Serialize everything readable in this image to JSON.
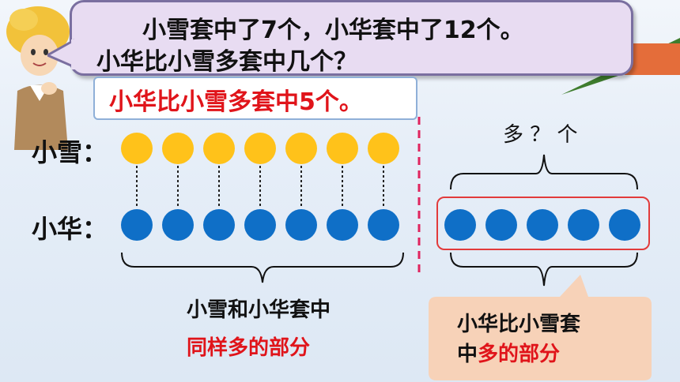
{
  "question": {
    "line1": "小雪套中了7个，小华套中了12个。",
    "line2": "小华比小雪多套中几个？"
  },
  "answer": "小华比小雪多套中5个。",
  "labels": {
    "xiaoxue": "小雪：",
    "xiaohua": "小华："
  },
  "more_label": "多 ？ 个",
  "caption_left": {
    "line1": "小雪和小华套中",
    "line2": "同样多的部分"
  },
  "caption_right": {
    "line1": "小华比小雪套",
    "line2_black": "中",
    "line2_red": "多的部分"
  },
  "counts": {
    "xiaoxue_dots": 7,
    "xiaohua_same_dots": 7,
    "xiaohua_extra_dots": 5
  },
  "colors": {
    "yellow_dot": "#ffc21a",
    "blue_dot": "#0f6fc7",
    "highlight_red": "#e0141a",
    "bubble_fill": "#e8dcf2",
    "note_fill": "#f7d2b8"
  },
  "icons": {
    "character": "boy-character-icon"
  }
}
